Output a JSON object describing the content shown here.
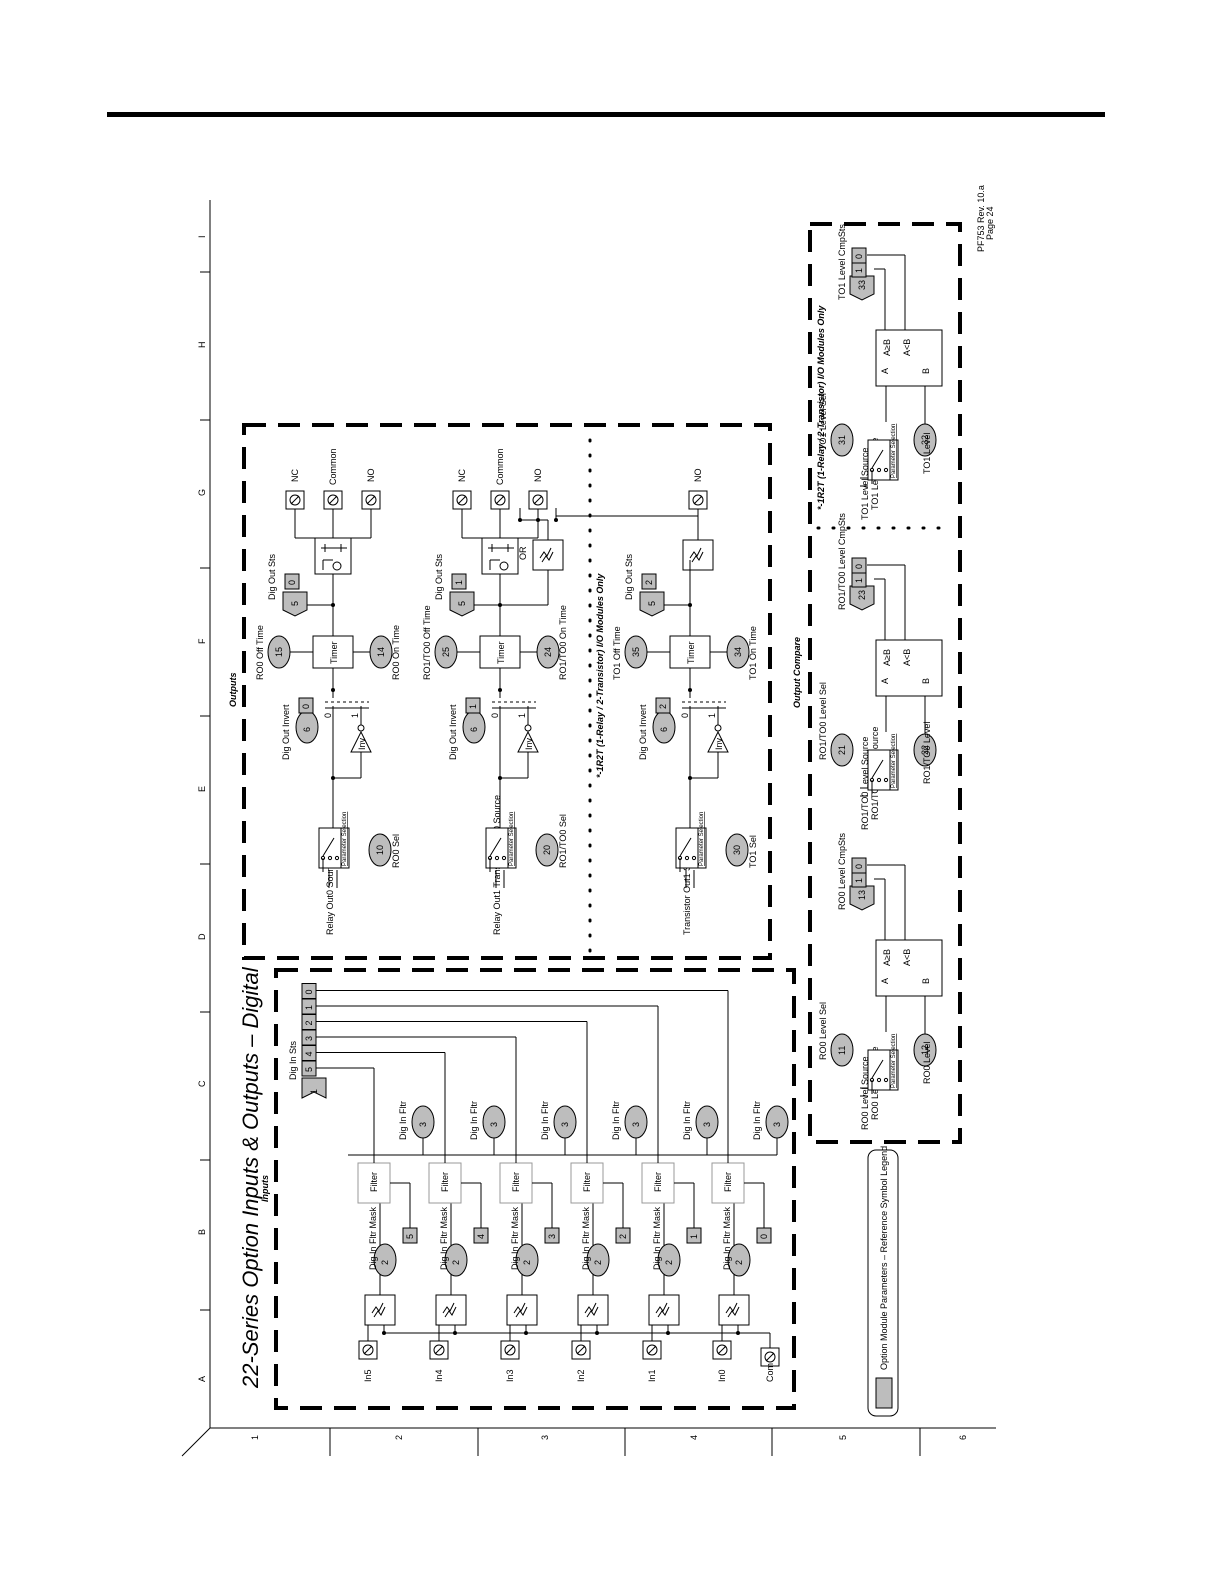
{
  "title": "22-Series Option Inputs & Outputs – Digital",
  "footer": {
    "rev": "PF753 Rev. 10.a",
    "page": "Page 24"
  },
  "grid": {
    "letters": [
      "A",
      "B",
      "C",
      "D",
      "E",
      "F",
      "G",
      "H",
      "I"
    ],
    "numbers": [
      "1",
      "2",
      "3",
      "4",
      "5",
      "6"
    ]
  },
  "sections": {
    "inputs": "Inputs",
    "outputs": "Outputs",
    "compare": "Output Compare",
    "r2t_only": "*-1R2T (1-Relay / 2-Transistor) I/O Modules Only"
  },
  "legend": "Option Module Parameters – Reference Symbol Legend",
  "common": {
    "filter": "Filter",
    "timer": "Timer",
    "inv": "Inv",
    "param_sel": "Parameter Selection",
    "zero": "0",
    "one": "1",
    "or": "OR",
    "a": "A",
    "b": "B",
    "ageb": "A≥B",
    "altb": "A<B"
  },
  "inputs": {
    "dig_in_sts": "Dig In Sts",
    "dig_in_sts_num": "1",
    "bits": [
      "5",
      "4",
      "3",
      "2",
      "1",
      "0"
    ],
    "com": "Com",
    "rows": [
      {
        "terminal": "In5",
        "mask_label": "Dig In Fltr Mask",
        "mask_num": "2",
        "mask_bit": "5",
        "fltr_label": "Dig In Fltr",
        "fltr_num": "3"
      },
      {
        "terminal": "In4",
        "mask_label": "Dig In Fltr Mask",
        "mask_num": "2",
        "mask_bit": "4",
        "fltr_label": "Dig In Fltr",
        "fltr_num": "3"
      },
      {
        "terminal": "In3",
        "mask_label": "Dig In Fltr Mask",
        "mask_num": "2",
        "mask_bit": "3",
        "fltr_label": "Dig In Fltr",
        "fltr_num": "3"
      },
      {
        "terminal": "In2",
        "mask_label": "Dig In Fltr Mask",
        "mask_num": "2",
        "mask_bit": "2",
        "fltr_label": "Dig In Fltr",
        "fltr_num": "3"
      },
      {
        "terminal": "In1",
        "mask_label": "Dig In Fltr Mask",
        "mask_num": "2",
        "mask_bit": "1",
        "fltr_label": "Dig In Fltr",
        "fltr_num": "3"
      },
      {
        "terminal": "In0",
        "mask_label": "Dig In Fltr Mask",
        "mask_num": "2",
        "mask_bit": "0",
        "fltr_label": "Dig In Fltr",
        "fltr_num": "3"
      }
    ]
  },
  "outputs": {
    "dig_out_invert": "Dig Out Invert",
    "dig_out_sts": "Dig Out Sts",
    "channels": [
      {
        "source": "Relay Out0 Source",
        "sel_label": "RO0 Sel",
        "sel_num": "10",
        "inv_num": "6",
        "inv_bit": "0",
        "off_label": "RO0 Off Time",
        "off_num": "15",
        "on_label": "RO0 On Time",
        "on_num": "14",
        "sts_num": "5",
        "sts_bit": "0",
        "terms": [
          "NC",
          "Common",
          "NO"
        ]
      },
      {
        "source": "Relay Out1 Transistor Out0 Source",
        "sel_label": "RO1/TO0 Sel",
        "sel_num": "20",
        "inv_num": "6",
        "inv_bit": "1",
        "off_label": "RO1/TO0 Off Time",
        "off_num": "25",
        "on_label": "RO1/TO0 On Time",
        "on_num": "24",
        "sts_num": "5",
        "sts_bit": "1",
        "terms": [
          "NC",
          "Common",
          "NO"
        ]
      },
      {
        "source": "Transistor Out1 Source",
        "sel_label": "TO1 Sel",
        "sel_num": "30",
        "inv_num": "6",
        "inv_bit": "2",
        "off_label": "TO1 Off Time",
        "off_num": "35",
        "on_label": "TO1 On Time",
        "on_num": "34",
        "sts_num": "5",
        "sts_bit": "2",
        "terms": [
          "NO"
        ]
      }
    ]
  },
  "compare": [
    {
      "source": "RO0 Level Source",
      "sel_label": "RO0 Level Sel",
      "sel_num": "11",
      "level_label": "RO0 Level",
      "level_num": "12",
      "cmp_label": "RO0 Level CmpSts",
      "cmp_num": "13",
      "bits": [
        "1",
        "0"
      ]
    },
    {
      "source": "RO1/TO0 Level Source",
      "sel_label": "RO1/TO0 Level Sel",
      "sel_num": "21",
      "level_label": "RO1/TO0 Level",
      "level_num": "22",
      "cmp_label": "RO1/TO0 Level CmpSts",
      "cmp_num": "23",
      "bits": [
        "1",
        "0"
      ]
    },
    {
      "source": "TO1 Level Source",
      "sel_label": "TO1 Level Sel",
      "sel_num": "31",
      "level_label": "TO1 Level",
      "level_num": "32",
      "cmp_label": "TO1 Level CmpSts",
      "cmp_num": "33",
      "bits": [
        "1",
        "0"
      ]
    }
  ]
}
